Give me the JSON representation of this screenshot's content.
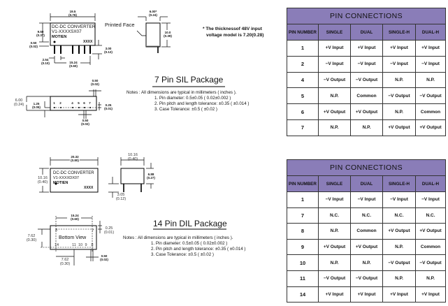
{
  "sil": {
    "title": "7 Pin SIL Package",
    "front_view": {
      "label_line1": "DC-DC CONVERTER",
      "label_line2": "V1-XXXXSX07",
      "label_line3": "MOTIEN",
      "label_code": "XXXX",
      "width_mm": "19.5",
      "width_in": "(0.76)",
      "height_mm": "9.50",
      "height_in": "(0.37)",
      "standoff_mm": "0.50",
      "standoff_in": "(0.02)",
      "pin_len_mm": "3.00",
      "pin_len_in": "(0.12)",
      "pitch_mm": "2.54",
      "pitch_in": "(0.10)",
      "span_mm": "15.24",
      "span_in": "(0.60)"
    },
    "side_view": {
      "printed_face": "Printed Face",
      "width_mm": "6.00*",
      "width_in": "(0.24)",
      "height_mm": "10.0",
      "height_in": "(0.39)"
    },
    "thickness_note_line1": "* The thicknessof 48V input",
    "thickness_note_line2": "voltage model is 7.20(0.28)",
    "bottom_view": {
      "depth_mm": "6.00",
      "depth_in": "(0.24)",
      "pin_offset_mm": "1.25",
      "pin_offset_in": "(0.05)",
      "pin_numbers": [
        "1",
        "2",
        "4",
        "5",
        "6",
        "7"
      ],
      "pin_dia_top_mm": "0.50",
      "pin_dia_top_in": "(0.02)",
      "pin_dia_bot_mm": "0.50",
      "pin_dia_bot_in": "(0.02)",
      "edge_mm": "0.25",
      "edge_in": "(0.01)"
    },
    "notes": {
      "intro": "Notes : All dimensions are typical in millimeters ( inches ).",
      "items": [
        "1.  Pin diameter:  0.5±0.05 ( 0.02±0.002 )",
        "2.  Pin pitch and length tolerance:  ±0.35 ( ±0.014 )",
        "3.  Case Tolerance:  ±0.5 ( ±0.02 )"
      ]
    }
  },
  "dil": {
    "title": "14 Pin DIL Package",
    "top_view": {
      "label_line1": "DC-DC CONVERTER",
      "label_line2": "V1-XXXXDX07",
      "label_line3": "MOTIEN",
      "label_code": "XXXX",
      "width_mm": "20.32",
      "width_in": "(0.80)",
      "height_mm": "10.16",
      "height_in": "(0.40)"
    },
    "side_view": {
      "width_mm": "10.16",
      "width_in": "(0.40)",
      "height_mm": "6.88",
      "height_in": "(0.27)",
      "pin_len_mm": "3.05",
      "pin_len_in": "(0.12)"
    },
    "bottom_view": {
      "label": "Bottom  View",
      "span_mm": "15.24",
      "span_in": "(0.60)",
      "row_mm": "7.62",
      "row_in": "(0.30)",
      "edge_mm": "0.25",
      "edge_in": "(0.01)",
      "pitch_mm": "7.62",
      "pitch_in": "(0.30)",
      "pin_dia_mm": "0.50",
      "pin_dia_in": "(0.02)",
      "pin_numbers_top": [
        "8",
        "7"
      ],
      "pin_numbers_bottom": [
        "14",
        "11",
        "10",
        "9",
        "8"
      ]
    },
    "notes": {
      "intro": "Notes : All dimensions are typical in millimeters ( inches ).",
      "items": [
        "1.  Pin diameter:  0.5±0.05 ( 0.02±0.002 )",
        "2.  Pin pitch and length tolerance:  ±0.35 ( ±0.014 )",
        "3.  Case Tolerance:  ±0.5 ( ±0.02 )"
      ]
    }
  },
  "colors": {
    "header_bg": "#8a7db8"
  },
  "tables": [
    {
      "title": "PIN CONNECTIONS",
      "headers": [
        "PIN NUMBER",
        "SINGLE",
        "DUAL",
        "SINGLE-H",
        "DUAL-H"
      ],
      "rows": [
        [
          "1",
          "+V Input",
          "+V Input",
          "+V Input",
          "+V Input"
        ],
        [
          "2",
          "−V Input",
          "−V Input",
          "−V Input",
          "−V Input"
        ],
        [
          "4",
          "−V Output",
          "−V Output",
          "N.P.",
          "N.P."
        ],
        [
          "5",
          "N.P.",
          "Common",
          "−V Output",
          "−V Output"
        ],
        [
          "6",
          "+V Output",
          "+V Output",
          "N.P.",
          "Common"
        ],
        [
          "7",
          "N.P.",
          "N.P.",
          "+V Output",
          "+V Output"
        ]
      ]
    },
    {
      "title": "PIN CONNECTIONS",
      "headers": [
        "PIN NUMBER",
        "SINGLE",
        "DUAL",
        "SINGLE-H",
        "DUAL-H"
      ],
      "rows": [
        [
          "1",
          "−V Input",
          "−V Input",
          "−V Input",
          "−V Input"
        ],
        [
          "7",
          "N.C.",
          "N.C.",
          "N.C.",
          "N.C."
        ],
        [
          "8",
          "N.P.",
          "Common",
          "+V Output",
          "+V Output"
        ],
        [
          "9",
          "+V Output",
          "+V Output",
          "N.P.",
          "Common"
        ],
        [
          "10",
          "N.P.",
          "N.P.",
          "−V Output",
          "−V Output"
        ],
        [
          "11",
          "−V Output",
          "−V Output",
          "N.P.",
          "N.P."
        ],
        [
          "14",
          "+V Input",
          "+V Input",
          "+V Input",
          "+V Input"
        ]
      ]
    }
  ]
}
